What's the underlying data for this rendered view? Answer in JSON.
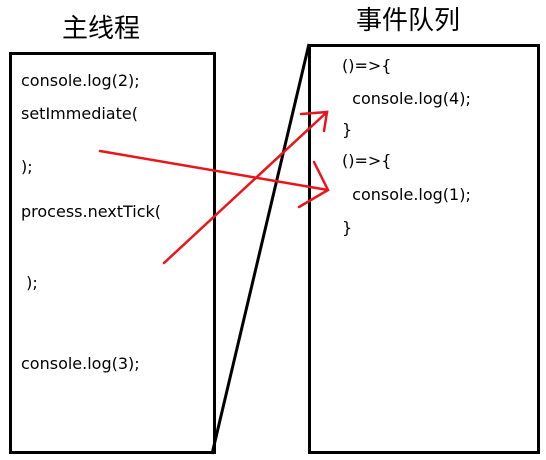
{
  "titles": {
    "main_thread": "主线程",
    "event_queue": "事件队列"
  },
  "main_thread_code": [
    "console.log(2);",
    "setImmediate(",
    ");",
    "process.nextTick(",
    " );",
    "console.log(3);"
  ],
  "event_queue_code": [
    "()=>{",
    "  console.log(4);",
    "}",
    "()=>{",
    "  console.log(1);",
    "}"
  ],
  "colors": {
    "lines": "#000000",
    "arrows": "#e8151b",
    "background": "#ffffff"
  }
}
